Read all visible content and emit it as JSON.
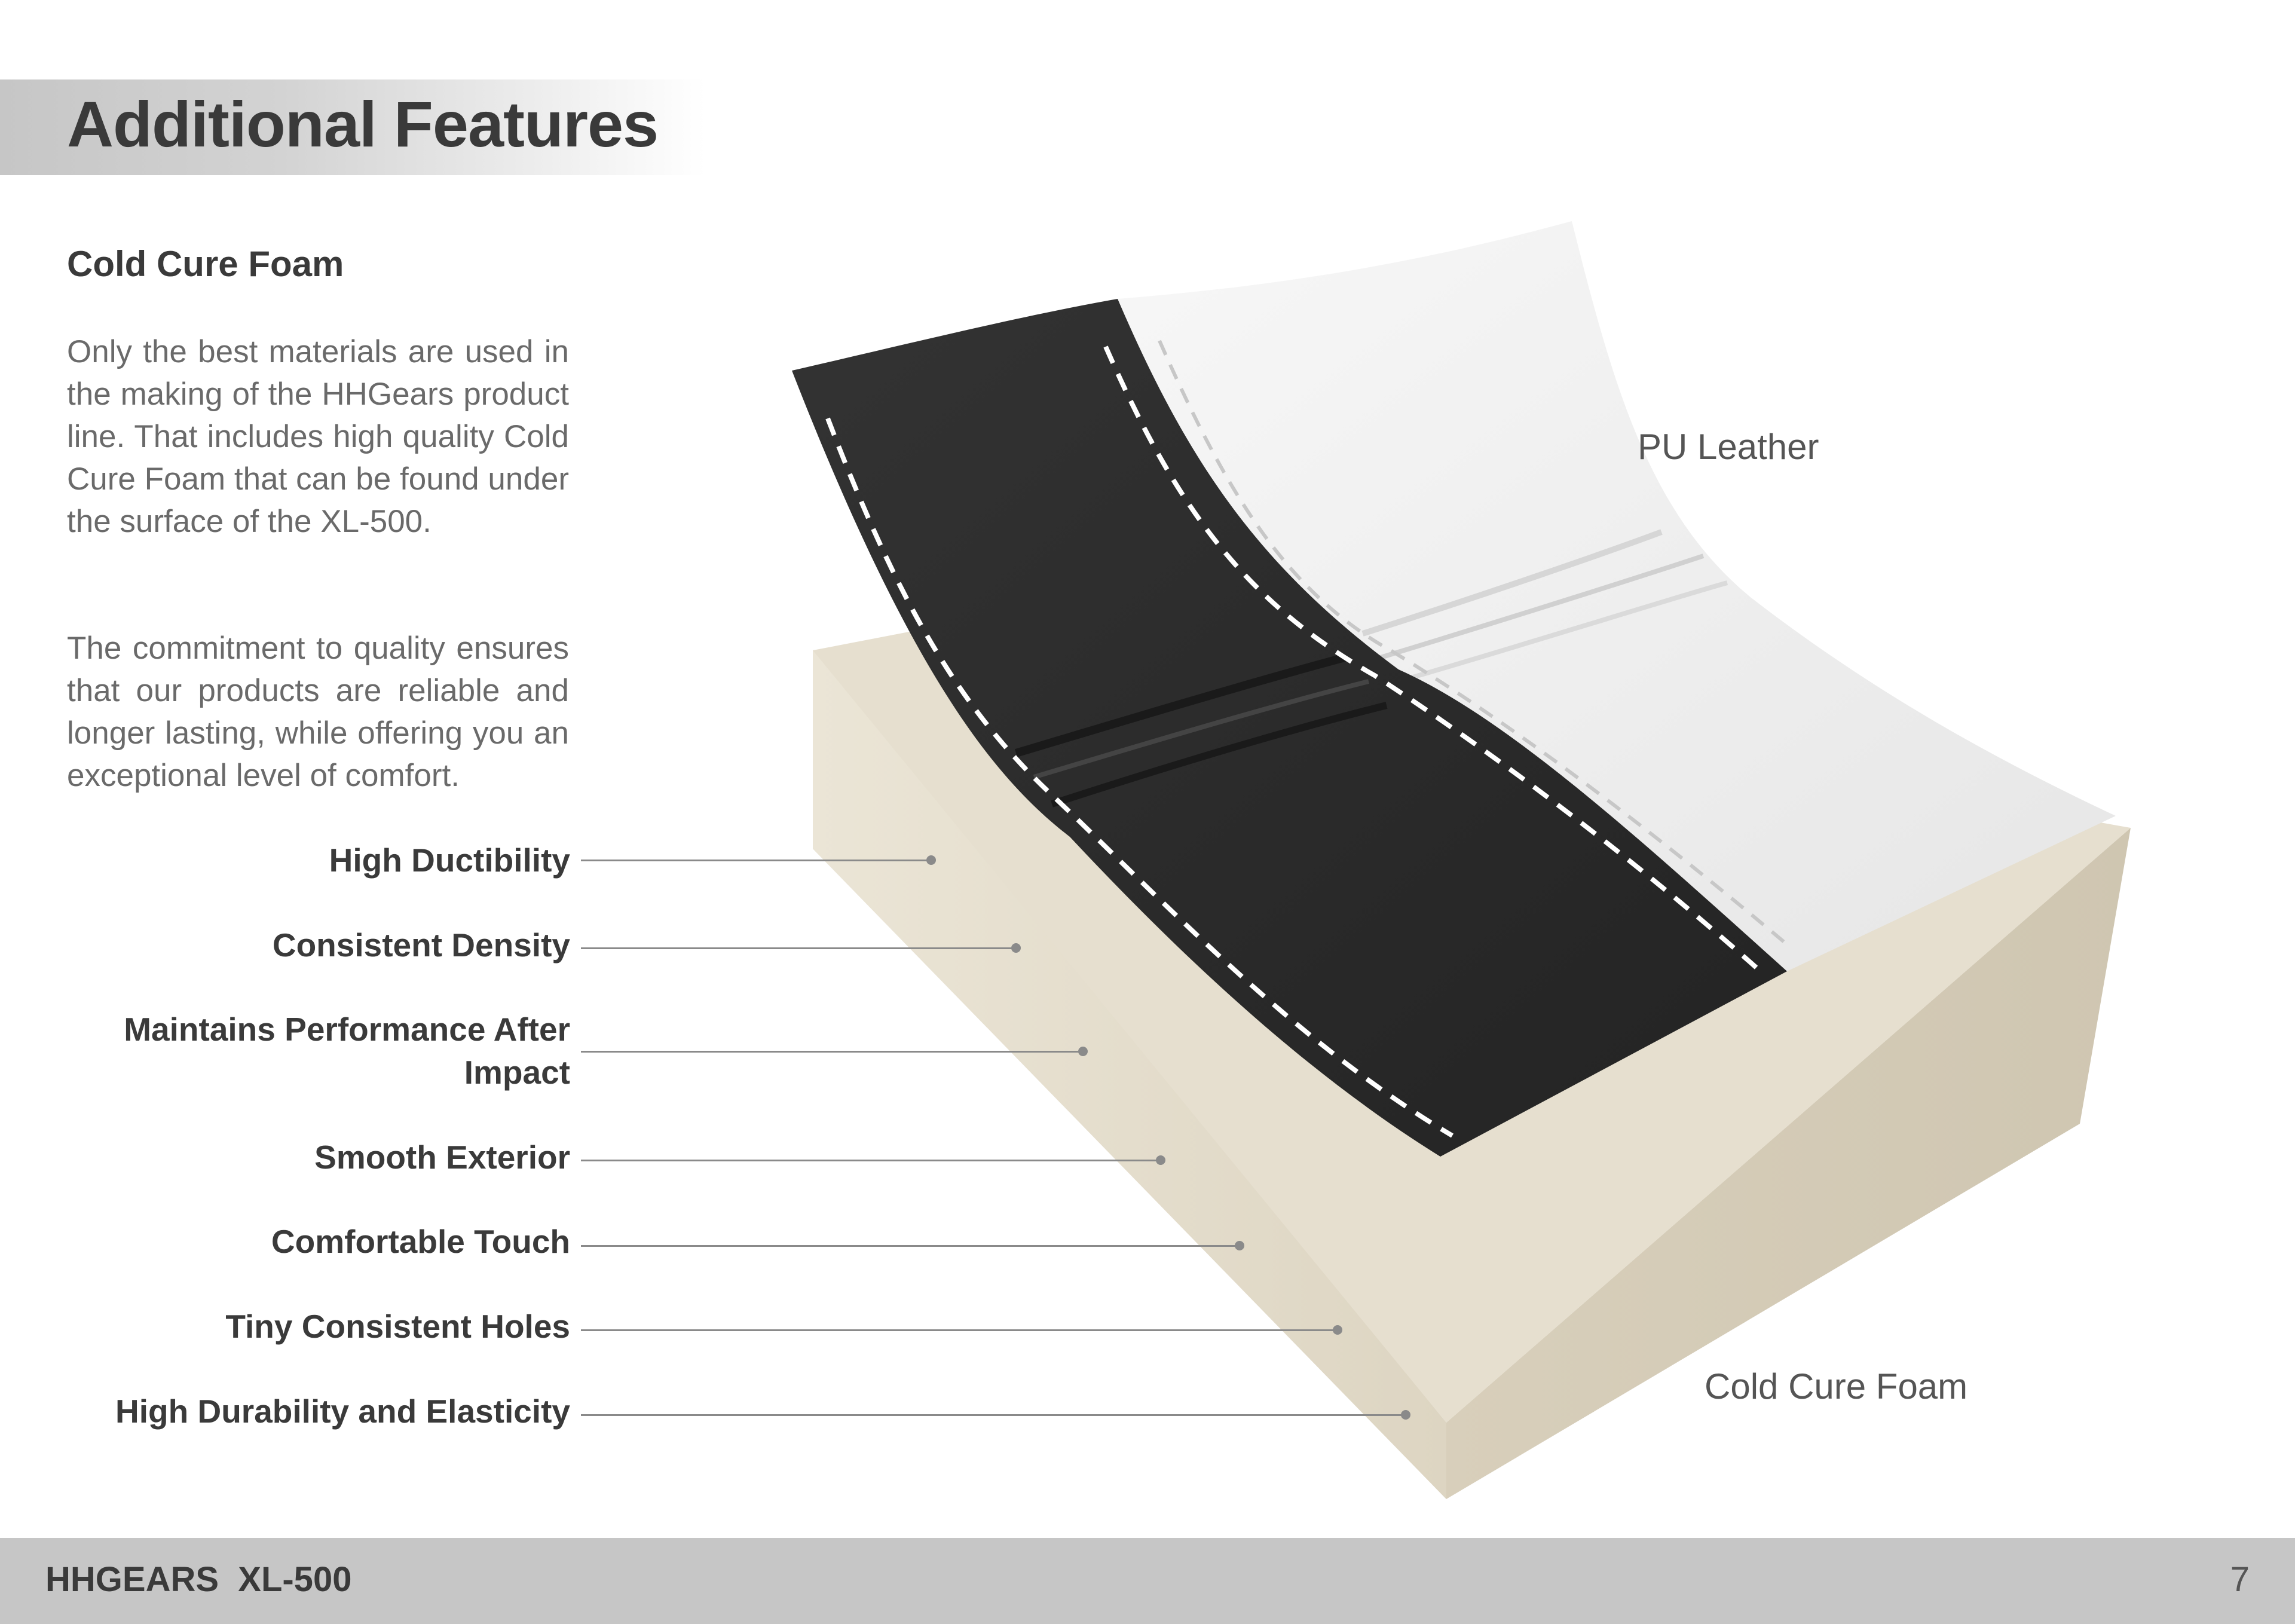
{
  "header": {
    "title": "Additional Features"
  },
  "section": {
    "heading": "Cold Cure Foam",
    "paragraphs": [
      "Only the best materials are used in the making of the HHGears product line. That includes high quality Cold Cure Foam that can be found under the surface of the XL-500.",
      "The commitment to quality ensures that our products are reliable and longer lasting, while offering you an exceptional level of comfort."
    ]
  },
  "features": [
    "High Ductibility",
    "Consistent Density",
    "Maintains Performance After Impact",
    "Smooth Exterior",
    "Comfortable Touch",
    "Tiny Consistent Holes",
    "High Durability and Elasticity"
  ],
  "callouts": {
    "leather": "PU Leather",
    "foam": "Cold Cure Foam"
  },
  "footer": {
    "brand": "HHGEARS  XL-500",
    "page_number": "7"
  },
  "colors": {
    "foam": "#e3dccb",
    "black_leather": "#2b2b2b",
    "white_leather": "#f1f1f1",
    "band": "#c6c6c6",
    "text_dark": "#3a3a3a"
  }
}
